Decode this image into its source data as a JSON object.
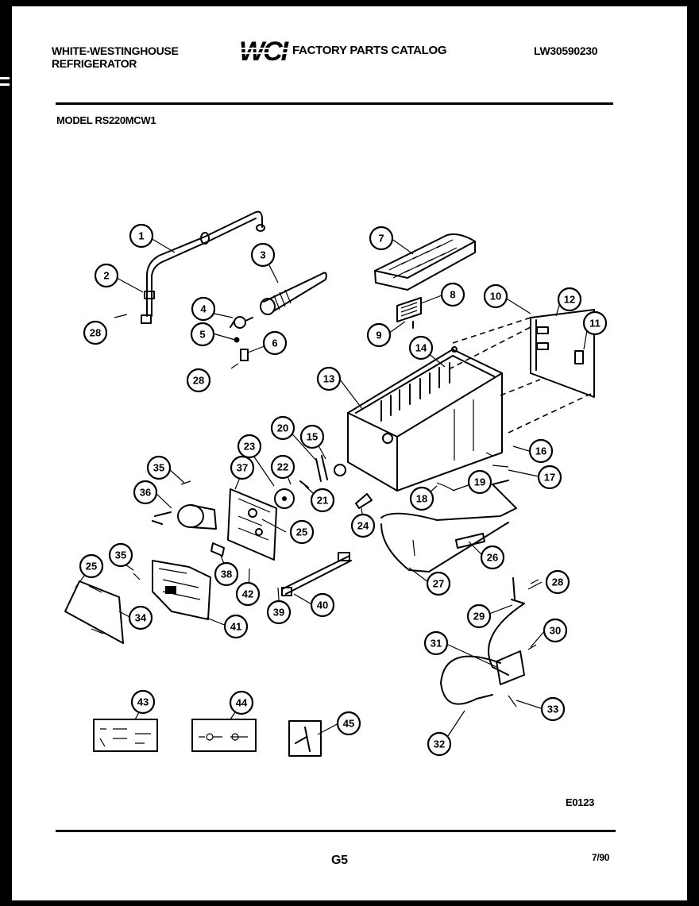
{
  "header": {
    "brand_line1": "WHITE-WESTINGHOUSE",
    "brand_line2": "REFRIGERATOR",
    "logo_text": "WCI",
    "catalog_title": "FACTORY PARTS CATALOG",
    "catalog_number": "LW30590230"
  },
  "model_label": "MODEL RS220MCW1",
  "diagram_code": "E0123",
  "footer": {
    "page_code": "G5",
    "date": "7/90"
  },
  "callouts": [
    {
      "id": "c1",
      "num": "1"
    },
    {
      "id": "c2",
      "num": "2"
    },
    {
      "id": "c28a",
      "num": "28"
    },
    {
      "id": "c3",
      "num": "3"
    },
    {
      "id": "c4",
      "num": "4"
    },
    {
      "id": "c5",
      "num": "5"
    },
    {
      "id": "c6",
      "num": "6"
    },
    {
      "id": "c28b",
      "num": "28"
    },
    {
      "id": "c7",
      "num": "7"
    },
    {
      "id": "c8",
      "num": "8"
    },
    {
      "id": "c9",
      "num": "9"
    },
    {
      "id": "c10",
      "num": "10"
    },
    {
      "id": "c12",
      "num": "12"
    },
    {
      "id": "c11",
      "num": "11"
    },
    {
      "id": "c14",
      "num": "14"
    },
    {
      "id": "c13",
      "num": "13"
    },
    {
      "id": "c16",
      "num": "16"
    },
    {
      "id": "c17",
      "num": "17"
    },
    {
      "id": "c23",
      "num": "23"
    },
    {
      "id": "c20",
      "num": "20"
    },
    {
      "id": "c15",
      "num": "15"
    },
    {
      "id": "c22",
      "num": "22"
    },
    {
      "id": "c21",
      "num": "21"
    },
    {
      "id": "c35a",
      "num": "35"
    },
    {
      "id": "c37",
      "num": "37"
    },
    {
      "id": "c36",
      "num": "36"
    },
    {
      "id": "c25a",
      "num": "25"
    },
    {
      "id": "c24",
      "num": "24"
    },
    {
      "id": "c18",
      "num": "18"
    },
    {
      "id": "c19",
      "num": "19"
    },
    {
      "id": "c26",
      "num": "26"
    },
    {
      "id": "c35b",
      "num": "35"
    },
    {
      "id": "c25b",
      "num": "25"
    },
    {
      "id": "c38",
      "num": "38"
    },
    {
      "id": "c42",
      "num": "42"
    },
    {
      "id": "c27",
      "num": "27"
    },
    {
      "id": "c39",
      "num": "39"
    },
    {
      "id": "c40",
      "num": "40"
    },
    {
      "id": "c34",
      "num": "34"
    },
    {
      "id": "c41",
      "num": "41"
    },
    {
      "id": "c28c",
      "num": "28"
    },
    {
      "id": "c29",
      "num": "29"
    },
    {
      "id": "c30",
      "num": "30"
    },
    {
      "id": "c31",
      "num": "31"
    },
    {
      "id": "c33",
      "num": "33"
    },
    {
      "id": "c32",
      "num": "32"
    },
    {
      "id": "c43",
      "num": "43"
    },
    {
      "id": "c44",
      "num": "44"
    },
    {
      "id": "c45",
      "num": "45"
    }
  ]
}
